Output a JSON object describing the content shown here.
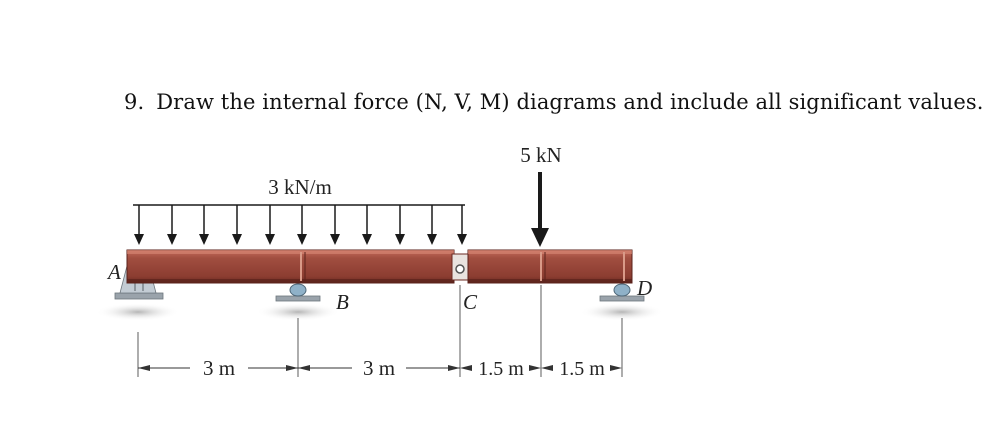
{
  "question": {
    "number": "9.",
    "text": "Draw the internal force (N, V, M) diagrams and include all significant values."
  },
  "loads": {
    "distributed": "3 kN/m",
    "point": "5 kN"
  },
  "points": {
    "a": "A",
    "b": "B",
    "c": "C",
    "d": "D"
  },
  "dimensions": {
    "ab": "3 m",
    "bc": "3 m",
    "c_load": "1.5 m",
    "load_d": "1.5 m"
  },
  "colors": {
    "beam": "#9b4a3c",
    "beam_edge": "#6b2a22",
    "support": "#b9c3cc",
    "ground": "#c9c9c9"
  }
}
